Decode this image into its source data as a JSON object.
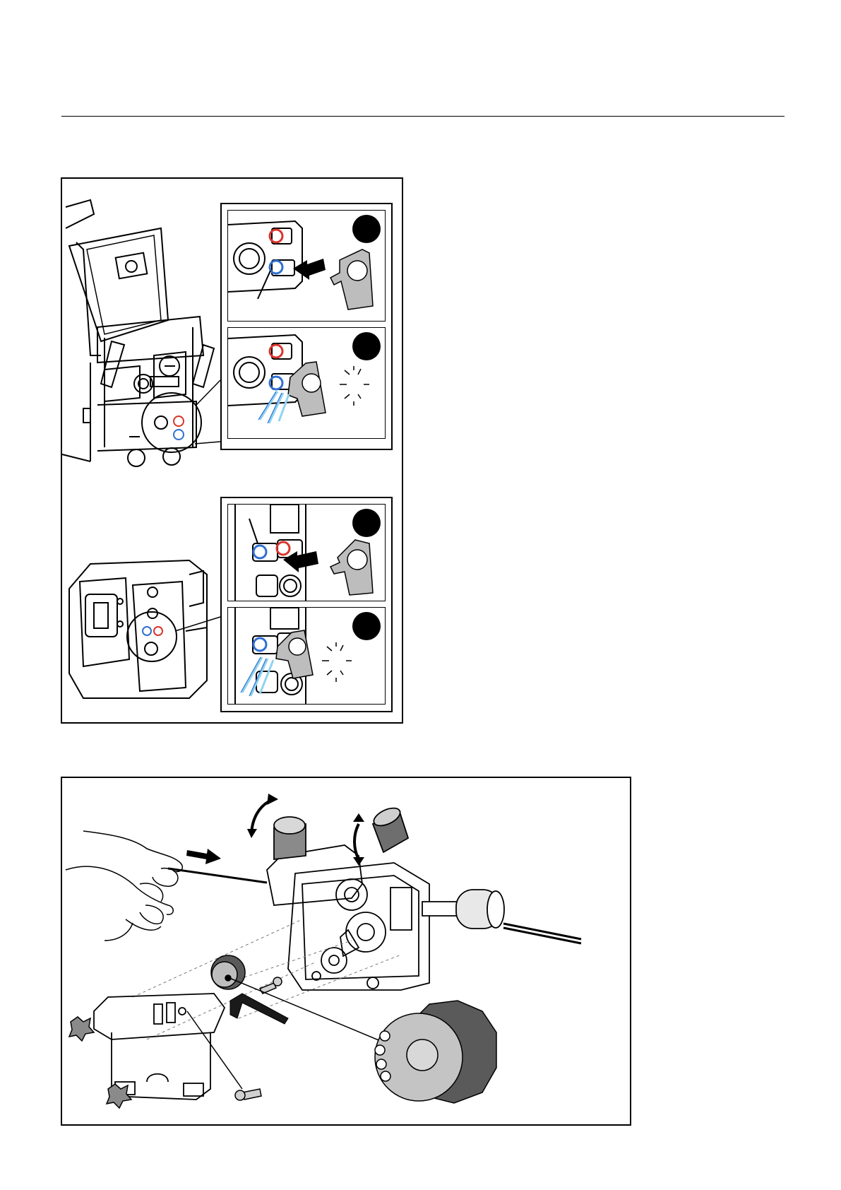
{
  "page": {
    "width": 1191,
    "height": 1684
  },
  "figures": [
    {
      "id": "figure-1",
      "description_visible_text": [],
      "panels": [
        {
          "step": "",
          "type": "push-connector"
        },
        {
          "step": "",
          "type": "release-connector"
        },
        {
          "step": "",
          "type": "push-connector"
        },
        {
          "step": "",
          "type": "release-connector"
        }
      ],
      "accent_colors": {
        "red_ring": "#d9342b",
        "blue_ring": "#2f6fd1",
        "fluid": "#8fd3f0"
      }
    },
    {
      "id": "figure-2",
      "description_visible_text": [],
      "parts": [
        "hand",
        "wire-guide",
        "drive-roll",
        "tension-knob",
        "hex-key",
        "cover-plate",
        "star-knob",
        "screw"
      ]
    }
  ]
}
